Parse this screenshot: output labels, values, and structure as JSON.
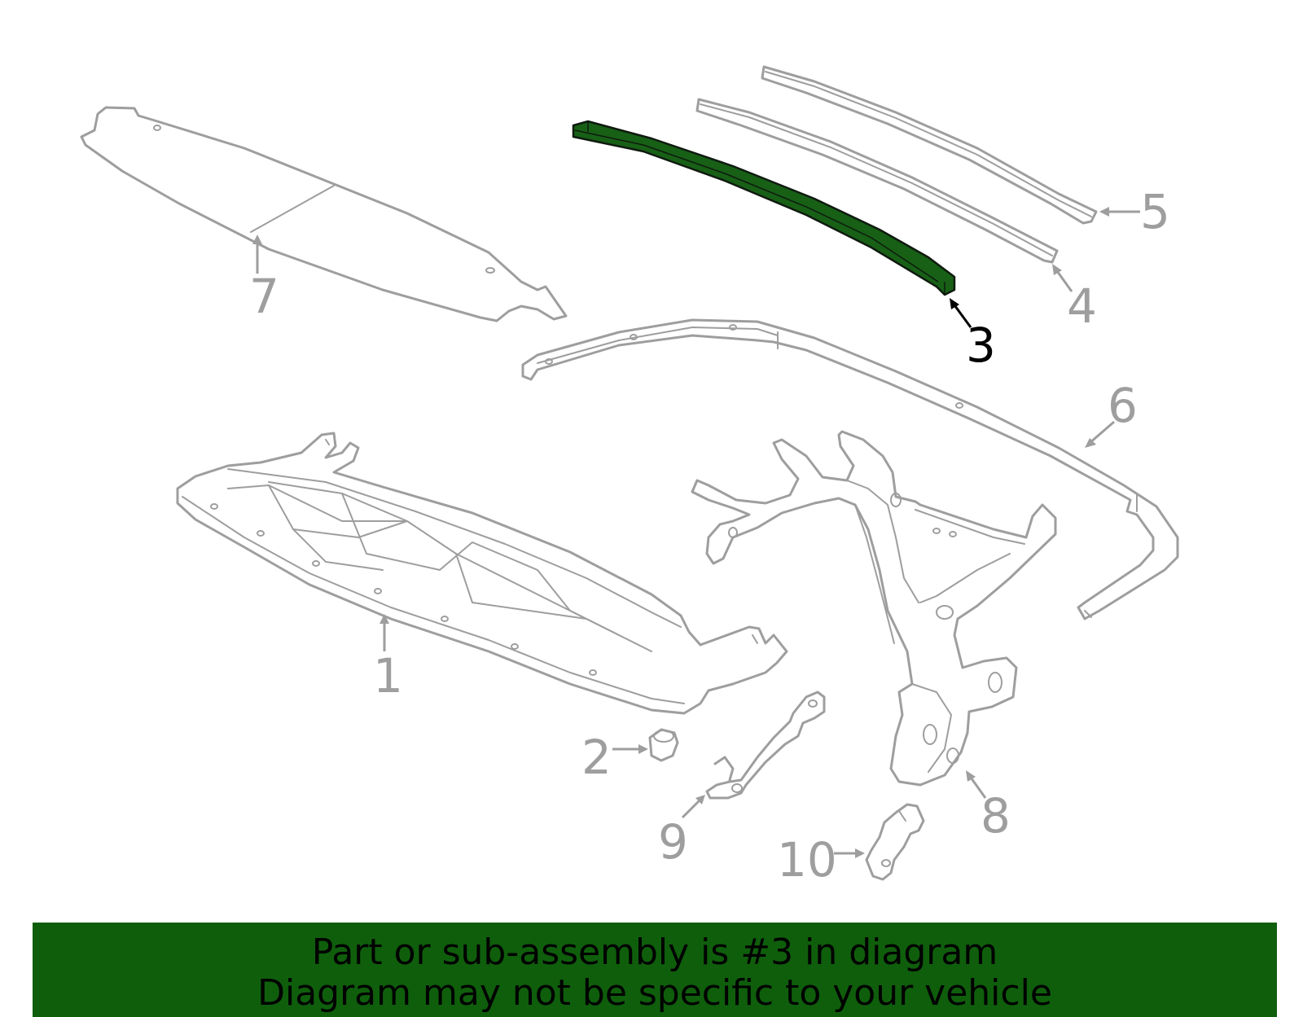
{
  "diagram": {
    "highlight_color": "#176016",
    "outline_color": "#9e9e9e",
    "callouts": [
      "1",
      "2",
      "3",
      "4",
      "5",
      "6",
      "7",
      "8",
      "9",
      "10"
    ],
    "selected_callout": "3"
  },
  "banner": {
    "background": "#0f5e0c",
    "line1": "Part or sub-assembly is #3 in diagram",
    "line2": "Diagram may not be specific to your vehicle"
  }
}
